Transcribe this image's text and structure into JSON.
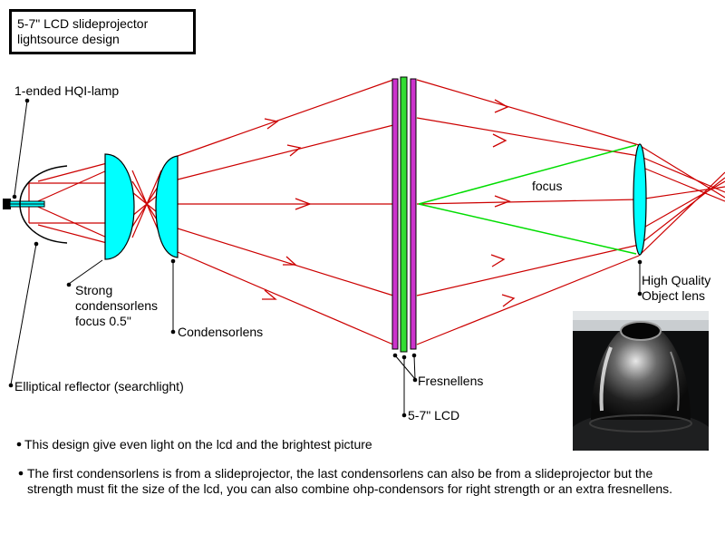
{
  "title": [
    "5-7\" LCD slideprojector",
    "lightsource design"
  ],
  "labels": {
    "lamp": "1-ended HQI-lamp",
    "condensor1": [
      "Strong",
      "condensorlens",
      "focus 0.5\""
    ],
    "condensor2": "Condensorlens",
    "reflector": "Elliptical reflector (searchlight)",
    "fresnel": "Fresnellens",
    "lcd": "5-7\" LCD",
    "focus": "focus",
    "objective": [
      "High Quality",
      "Object lens"
    ]
  },
  "notes": [
    "This design give even light on the lcd and the brightest picture",
    "The first condensorlens is from a slideprojector, the last condensorlens can also be from a slideprojector but the strength must fit the size of the lcd, you can also combine ohp-condensors for right strength or an extra fresnellens."
  ],
  "colors": {
    "ray": "#cc0000",
    "focus_ray": "#00dd00",
    "lens": "#00ffff",
    "fresnel_plate": "#cc33cc",
    "lcd_plate": "#33dd33"
  }
}
